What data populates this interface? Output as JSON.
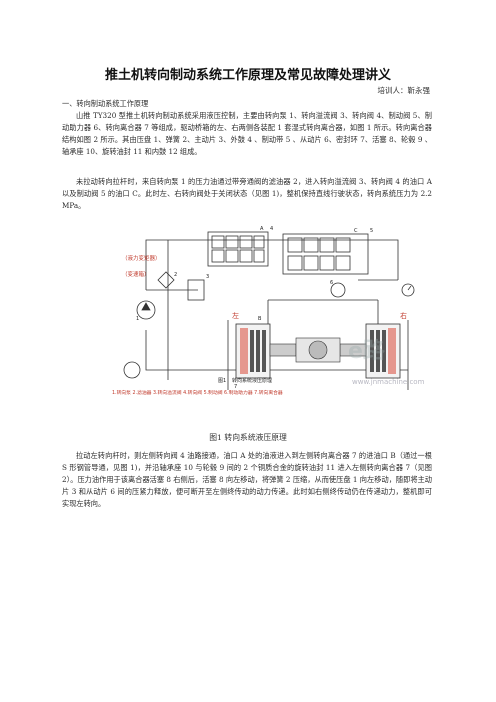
{
  "document": {
    "title": "推土机转向制动系统工作原理及常见故障处理讲义",
    "author": "培训人：靳永强",
    "section_heading": "一、转向制动系统工作原理",
    "para1": "山推 TY320 型推土机转向制动系统采用液压控制，主要由转向泵 1、转向溢流阀 3、转向阀 4、制动阀 5、制动助力器 6、转向离合器 7 等组成，驱动桥箱的左、右两侧各装配 1 套湿式转向离合器，如图 1 所示。转向离合器结构如图 2 所示。其由压盘 1、弹簧 2、主动片 3、外鼓 4 、制动带 5 、从动片 6、密封环 7、活塞 8、轮毂 9 、轴承座 10、旋转油封 11 和内鼓 12 组成。",
    "para2": "未拉动转向拉杆时，来自转向泵 1 的压力油通过带旁通阀的滤油器 2，进入转向溢流阀 3、转向阀 4 的油口 A 以及制动阀 5 的油口 C。此时左、右转向阀处于关闭状态（见图 1)，整机保持直线行驶状态，转向系统压力为 2.2 MPa。",
    "figure_caption": "图1  转向系统液压原理",
    "para3": "拉动左转向杆时，则左侧转向阀 4 油路接通，油口 A 处的油液进入到左侧转向离合器 7 的进油口 B（通过一根 S 形钢管导通，见图 1)，并沿轴承座 10 与轮毂 9 间的 2 个铜质合金的旋转油封 11 进入左侧转向离合器 7（见图 2）。压力油作用于该离合器活塞 8 右侧后，活塞 8 向左移动，将弹簧 2 压缩，从而使压盘 1 向左移动，随即将主动片 3 和从动片 6 间的压紧力释放，便可断开至左侧终传动的动力传递。此时如右侧终传动仍在传递动力，整机即可实现左转向。"
  },
  "diagram": {
    "label_fluid_tank": "（液力变矩器）",
    "label_transmission": "（变速箱）",
    "label_left": "左",
    "label_right": "右",
    "label_fig": "图1",
    "label_fig_title": "转向系统液压原理",
    "legend": "1.转向泵  2.滤油器  3.转向溢流阀  4.转向阀  5.制动阀  6.制动助力器  7.转向离合器",
    "watermark_text": "www.jnmachine.com",
    "watermark_logo": "e路",
    "callouts": [
      "1",
      "2",
      "3",
      "4",
      "5",
      "6",
      "7",
      "A",
      "B",
      "C"
    ],
    "accent_red": "#c0392b",
    "line_color": "#333333"
  }
}
